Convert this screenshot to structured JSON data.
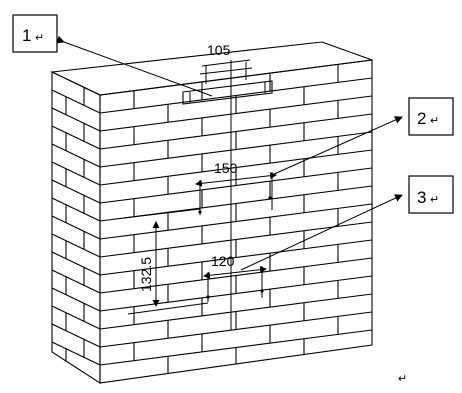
{
  "callouts": [
    {
      "label": "1",
      "mark": "↵"
    },
    {
      "label": "2",
      "mark": "↵"
    },
    {
      "label": "3",
      "mark": "↵"
    }
  ],
  "dimensions": {
    "top_slot_width": "105",
    "upper_pair_spacing": "150",
    "lower_pair_spacing": "120",
    "vertical_offset": "132.5"
  },
  "footer_mark": "↵",
  "colors": {
    "line": "#000000",
    "background": "#ffffff"
  }
}
